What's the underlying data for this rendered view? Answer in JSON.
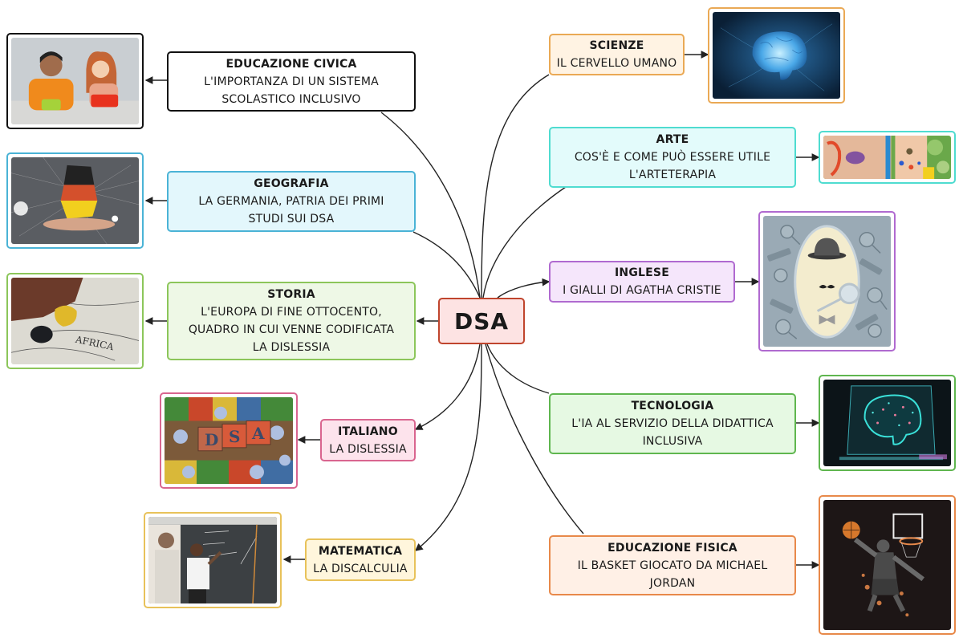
{
  "center": {
    "label": "DSA",
    "fill": "#fde3e3",
    "border": "#c0452d"
  },
  "branches": [
    {
      "key": "educazione-civica",
      "title": "EDUCAZIONE CIVICA",
      "subtitle": "L'IMPORTANZA DI UN SISTEMA\nSCOLASTICO INCLUSIVO",
      "fill": "#ffffff",
      "border": "#111111",
      "image": "children-with-tablets-image"
    },
    {
      "key": "geografia",
      "title": "GEOGRAFIA",
      "subtitle": "LA GERMANIA, PATRIA DEI PRIMI\nSTUDI SUI DSA",
      "fill": "#e3f7fc",
      "border": "#4ab3d6",
      "image": "germany-map-hand-image"
    },
    {
      "key": "storia",
      "title": "STORIA",
      "subtitle": "L'EUROPA DI FINE OTTOCENTO,\nQUADRO IN CUI VENNE CODIFICATA\nLA DISLESSIA",
      "fill": "#eef8e6",
      "border": "#8cc65a",
      "image": "old-map-africa-image"
    },
    {
      "key": "italiano",
      "title": "ITALIANO",
      "subtitle": "LA DISLESSIA",
      "fill": "#fde3ec",
      "border": "#d9658f",
      "image": "dsa-letter-blocks-image"
    },
    {
      "key": "matematica",
      "title": "MATEMATICA",
      "subtitle": "LA DISCALCULIA",
      "fill": "#fff6dc",
      "border": "#e8c25a",
      "image": "blackboard-math-image"
    },
    {
      "key": "scienze",
      "title": "SCIENZE",
      "subtitle": "IL CERVELLO UMANO",
      "fill": "#fff3e3",
      "border": "#eaa955",
      "image": "human-brain-image"
    },
    {
      "key": "arte",
      "title": "ARTE",
      "subtitle": "COS'È E COME PUÒ ESSERE UTILE\nL'ARTETERAPIA",
      "fill": "#e3fbfb",
      "border": "#4fdcd0",
      "image": "painted-hands-image"
    },
    {
      "key": "inglese",
      "title": "INGLESE",
      "subtitle": "I GIALLI DI AGATHA CRISTIE",
      "fill": "#f5e6fb",
      "border": "#b06ad0",
      "image": "detective-poirot-image"
    },
    {
      "key": "tecnologia",
      "title": "TECNOLOGIA",
      "subtitle": "L'IA AL SERVIZIO DELLA DIDATTICA\nINCLUSIVA",
      "fill": "#e6f9e3",
      "border": "#5fb64f",
      "image": "ai-brain-image"
    },
    {
      "key": "educazione-fisica",
      "title": "EDUCAZIONE FISICA",
      "subtitle": "IL BASKET GIOCATO DA MICHAEL\nJORDAN",
      "fill": "#fff0e6",
      "border": "#e8894a",
      "image": "basketball-dunk-image"
    }
  ]
}
